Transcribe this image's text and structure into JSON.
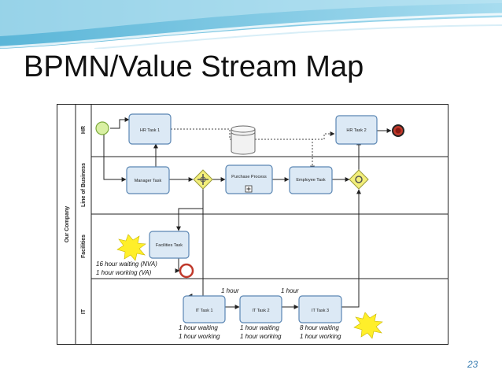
{
  "slide": {
    "title": "BPMN/Value Stream Map",
    "number": "23"
  },
  "diagram": {
    "pool": "Our Company",
    "lanes": {
      "hr": "HR",
      "lob": "Line of Business",
      "facilities": "Facilities",
      "it": "IT"
    },
    "tasks": {
      "hr1": "HR Task 1",
      "hr2": "HR Task 2",
      "manager": "Manager Task",
      "purchase": "Purchase Process",
      "employee": "Employee Task",
      "facilities": "Facilities Task",
      "it1": "IT Task 1",
      "it2": "IT Task 2",
      "it3": "IT Task 3"
    },
    "annotations": {
      "fac_wait": "16 hour waiting (NVA)",
      "fac_work": "1 hour working (VA)",
      "flow1": "1 hour",
      "flow2": "1 hour",
      "it1_wait": "1 hour waiting",
      "it1_work": "1 hour working",
      "it2_wait": "1 hour waiting",
      "it2_work": "1 hour working",
      "it3_wait": "8 hour waiting",
      "it3_work": "1 hour working"
    },
    "colors": {
      "task_fill": "#dce9f5",
      "task_stroke": "#5b86b3",
      "gateway": "#f3ef7a",
      "end": "#c0392b",
      "start": "#d9f0a3",
      "burst": "#ffef2a"
    }
  }
}
